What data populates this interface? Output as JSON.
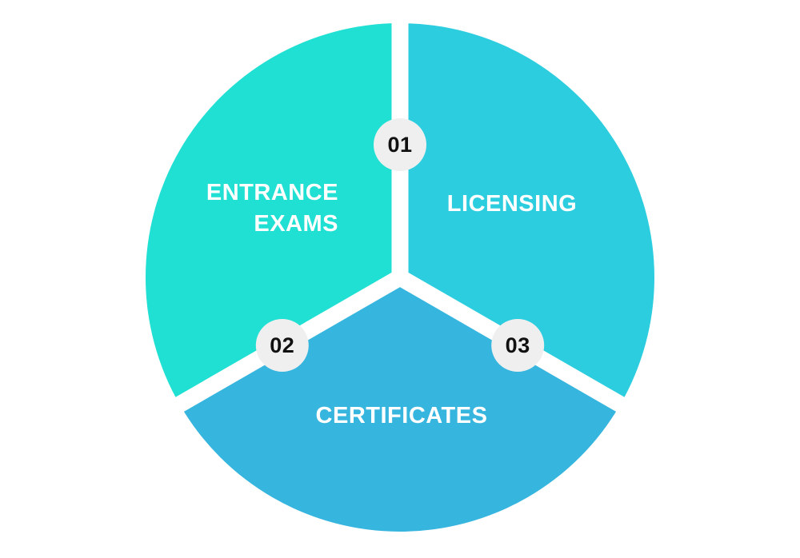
{
  "diagram": {
    "type": "circular-process-infographic",
    "segment_count": 3,
    "colors": {
      "background": "#ffffff",
      "divider": "#ffffff",
      "badge_background": "#efefef",
      "badge_text": "#111111",
      "segment_label_text": "#ffffff"
    },
    "segments": [
      {
        "name": "entrance-exams",
        "label_line1": "ENTRANCE",
        "label_line2": "EXAMS",
        "color": "#1fe0d2",
        "position": "top-left"
      },
      {
        "name": "licensing",
        "label": "LICENSING",
        "color": "#2ccddf",
        "position": "top-right"
      },
      {
        "name": "certificates",
        "label": "CERTIFICATES",
        "color": "#36b5df",
        "position": "bottom"
      }
    ],
    "badges": [
      {
        "number": "01",
        "position": "top-divider"
      },
      {
        "number": "02",
        "position": "bottom-left-divider"
      },
      {
        "number": "03",
        "position": "bottom-right-divider"
      }
    ]
  }
}
